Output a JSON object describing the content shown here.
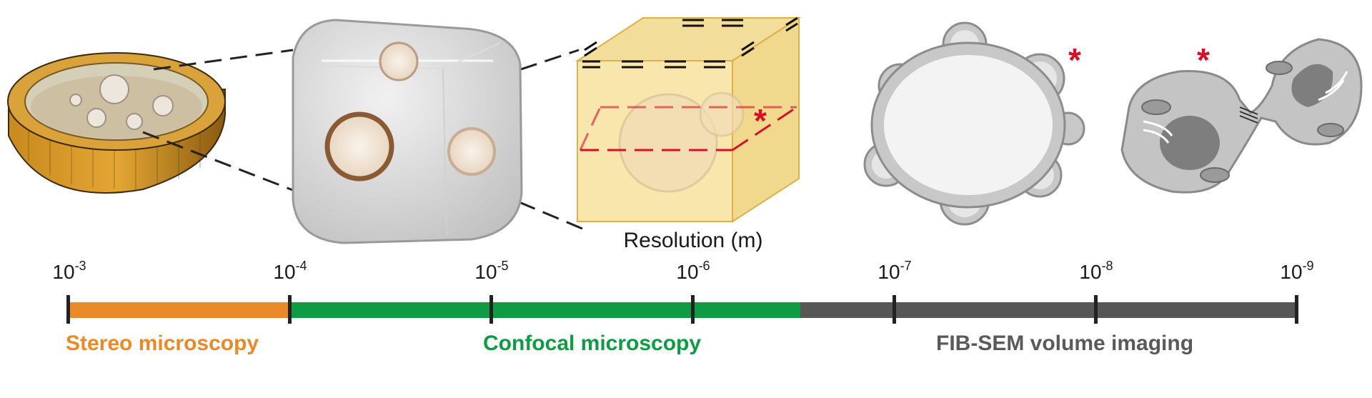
{
  "axis": {
    "title": "Resolution (m)",
    "ticks": [
      {
        "base": "10",
        "exp": "-3"
      },
      {
        "base": "10",
        "exp": "-4"
      },
      {
        "base": "10",
        "exp": "-5"
      },
      {
        "base": "10",
        "exp": "-6"
      },
      {
        "base": "10",
        "exp": "-7"
      },
      {
        "base": "10",
        "exp": "-8"
      },
      {
        "base": "10",
        "exp": "-9"
      }
    ]
  },
  "methods": [
    {
      "label": "Stereo microscopy",
      "color": "#e8892a"
    },
    {
      "label": "Confocal microscopy",
      "color": "#0f9a44"
    },
    {
      "label": "FIB-SEM volume imaging",
      "color": "#5a5a5a"
    }
  ],
  "annotations": {
    "asterisk": "*",
    "asterisk_color": "#d4102a"
  },
  "icons": [
    "culture-dish-icon",
    "hydrogel-cube-icon",
    "confocal-volume-icon",
    "organoid-section-icon",
    "dividing-cells-icon"
  ]
}
